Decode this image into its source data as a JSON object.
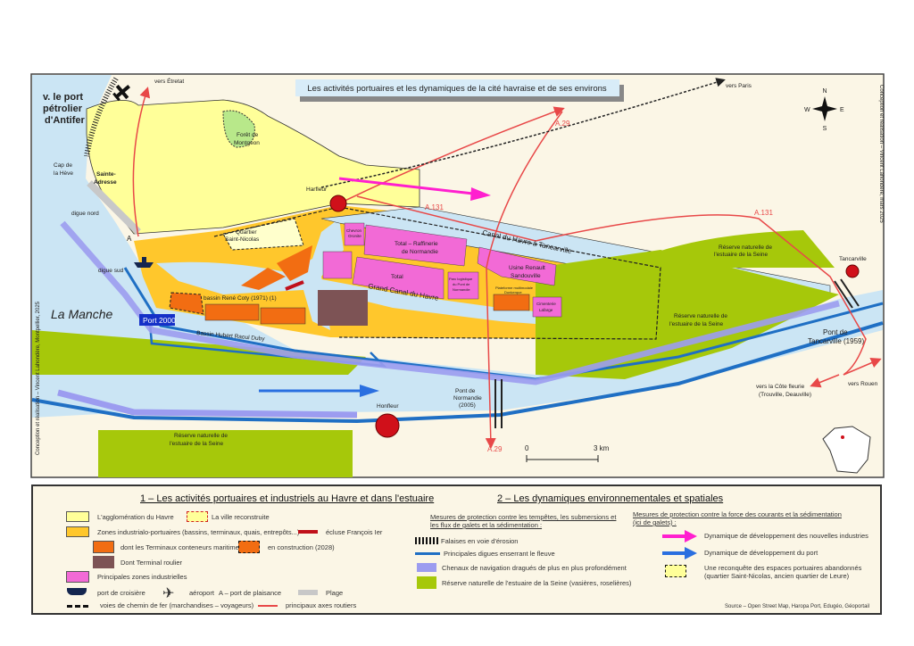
{
  "title": "Les activités portuaires et les dynamiques de la cité havraise et de ses environs",
  "credits": {
    "left": "Conception et réalisation – Vincent Lahondère, Montpellier, 2025",
    "right": "Conception et réalisation – Vincent Lahondère, mars 2025"
  },
  "compass": {
    "n": "N",
    "s": "S",
    "e": "E",
    "w": "W"
  },
  "map_labels": {
    "antifer": [
      "v. le port",
      "pétrolier",
      "d'Antifer"
    ],
    "vers_etretat": "vers Étretat",
    "vers_paris": "vers Paris",
    "vers_rouen": "vers Rouen",
    "vers_cote": [
      "vers la Côte fleurie",
      "(Trouville, Deauville)"
    ],
    "foret": [
      "Forêt de",
      "Montgeon"
    ],
    "cap": [
      "Cap de",
      "la Hève"
    ],
    "sainte_adresse": [
      "Sainte-",
      "Adresse"
    ],
    "harfleur": "Harfleur",
    "honfleur": "Honfleur",
    "tancarville": "Tancarville",
    "digue_nord": "digue nord",
    "digue_sud": "digue sud",
    "la_manche": "La Manche",
    "port2000": "Port 2000",
    "a_marker": "A",
    "quartier": [
      "Quartier",
      "Saint-Nicolas"
    ],
    "bassin_coty": "bassin René Coty (1971) (1)",
    "bassin_duby": "Bassin Hubert Raoul Duby",
    "canal_tancarville": "Canal du Havre à Tancarville",
    "grand_canal": "Grand Canal du Havre",
    "chevron": [
      "Chevron",
      "Oronite"
    ],
    "total_raff": [
      "Total – Raffinerie",
      "de Normandie"
    ],
    "total": "Total",
    "parc_log": [
      "Parc logistique",
      "du Pont de",
      "Normandie"
    ],
    "renault": [
      "Usine Renault",
      "Sandouville"
    ],
    "plateforme": [
      "Plateforme multimodale",
      "Dunkerque"
    ],
    "cimenterie": [
      "Cimenterie",
      "Lafarge"
    ],
    "reserve_ne": [
      "Réserve naturelle de",
      "l'estuaire de la Seine"
    ],
    "reserve_mid": [
      "Réserve naturelle de",
      "l'estuaire de la Seine"
    ],
    "reserve_s": [
      "Réserve naturelle de",
      "l'estuaire de la Seine"
    ],
    "a29_n": "A.29",
    "a29_s": "A.29",
    "a131_1": "A.131",
    "a131_2": "A.131",
    "pont_normandie": [
      "Pont de",
      "Normandie",
      "(2005)"
    ],
    "pont_tancarville": [
      "Pont de",
      "Tancarville (1959)"
    ],
    "scale_0": "0",
    "scale_3": "3 km"
  },
  "legend": {
    "section1_title": "1 – Les activités portuaires et industriels au Havre et dans l'estuaire",
    "agglo": "L'agglomération du  Havre",
    "ville_recon": "La ville reconstruite",
    "zones_ind": "Zones industrialo-portuaires (bassins, terminaux, quais, entrepôts...)",
    "ecluse": "écluse François Ier",
    "terminaux": "dont les Terminaux conteneurs maritimes",
    "en_construction": "en construction (2028)",
    "roulier": "Dont Terminal roulier",
    "zones_indus": "Principales zones industrielles",
    "croisiere": "port de croisière",
    "aeroport": "aéroport",
    "plaisance": "A – port de plaisance",
    "plage": "Plage",
    "chemin_fer": "voies de chemin de fer (marchandises – voyageurs)",
    "routes": "principaux axes routiers",
    "section2_title": "2 – Les dynamiques environnementales et spatiales",
    "mesures1": "Mesures de protection contre les tempêtes, les submersions et les flux de galets et la sédimentation :",
    "falaises": "Falaises en voie d'érosion",
    "digues": "Principales digues enserrant le fleuve",
    "chenaux": "Chenaux de navigation dragués de plus en plus profondément",
    "reserve": "Réserve naturelle de l'estuaire de la Seine (vasières, roselières)",
    "mesures2": "Mesures de protection contre la force des courants et la sédimentation (ici de galets) :",
    "dyn_indus": "Dynamique de développement des nouvelles industries",
    "dyn_port": "Dynamique de développement du port",
    "reconquete": "Une reconquête des espaces portuaires abandonnés (quartier Saint-Nicolas, ancien quartier de Leure)",
    "source": "Source – Open Street Map, Haropa Port, Edugéo, Géoportail"
  },
  "colors": {
    "land": "#fbf6e6",
    "water": "#cbe5f4",
    "agglo": "#ffff99",
    "industrial": "#ffc72c",
    "terminal": "#f26d12",
    "roulier": "#7d5355",
    "industry": "#f26ad6",
    "reserve": "#a6c80a",
    "dike": "#1f6fc4",
    "channel": "#9c9cf0",
    "road": "#e84848",
    "magenta": "#ff1fcf",
    "blue_arrow": "#2a6fe0"
  }
}
